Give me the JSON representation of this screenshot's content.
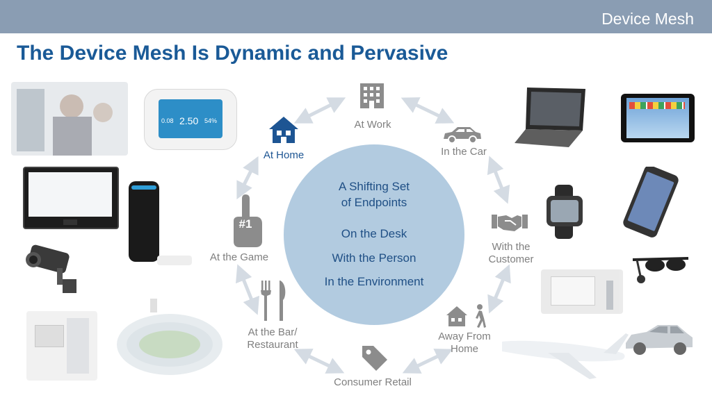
{
  "header": {
    "section_label": "Device Mesh"
  },
  "title": "The Device Mesh Is Dynamic and Pervasive",
  "center": {
    "heading_line1": "A Shifting Set",
    "heading_line2": "of Endpoints",
    "items": [
      "On the Desk",
      "With the Person",
      "In the Environment"
    ]
  },
  "thermostat": {
    "left_value": "0.08",
    "center_value": "2.50",
    "right_value": "54%"
  },
  "nodes": {
    "at_work": "At Work",
    "in_the_car": "In the Car",
    "with_the_customer_line1": "With the",
    "with_the_customer_line2": "Customer",
    "away_from_home_line1": "Away From",
    "away_from_home_line2": "Home",
    "consumer_retail": "Consumer Retail",
    "at_the_bar_line1": "At the Bar/",
    "at_the_bar_line2": "Restaurant",
    "at_the_game": "At the Game",
    "at_home": "At Home",
    "game_badge": "#1"
  },
  "icons": {
    "at_work": "office-building-icon",
    "in_the_car": "car-icon",
    "with_the_customer": "handshake-icon",
    "away_from_home": "house-walking-person-icon",
    "consumer_retail": "price-tag-icon",
    "at_the_bar": "fork-knife-icon",
    "at_the_game": "foam-finger-icon",
    "at_home": "house-icon"
  },
  "colors": {
    "topbar": "#8a9db3",
    "title": "#1a5a97",
    "circle": "#b2cbe0",
    "center_text": "#1f4f85",
    "node_label": "#7f7f7f",
    "node_icon": "#8c8c8c",
    "home_accent": "#1d5593",
    "arrow": "#d4dbe3"
  }
}
